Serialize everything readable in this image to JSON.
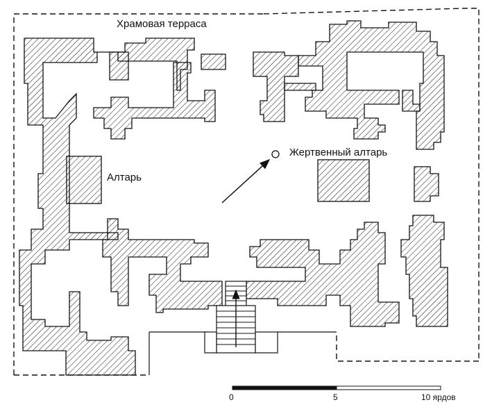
{
  "labels": {
    "terrace": "Храмовая терраса",
    "altar": "Алтарь",
    "sacrificial_altar": "Жертвенный алтарь"
  },
  "scale": {
    "ticks": [
      "0",
      "5",
      "10 ярдов"
    ]
  },
  "colors": {
    "ink": "#111111",
    "paper": "#ffffff"
  }
}
